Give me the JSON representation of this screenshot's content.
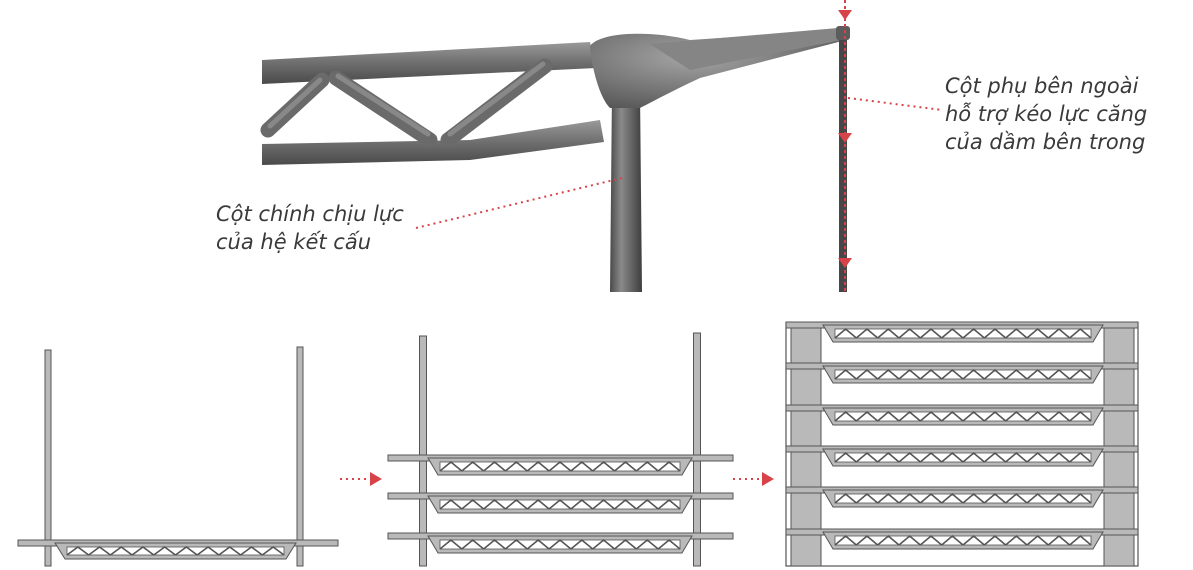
{
  "labels": {
    "main_column": {
      "line1": "Cột chính chịu lực",
      "line2": "của hệ kết cấu"
    },
    "aux_column": {
      "line1": "Cột phụ bên ngoài",
      "line2": "hỗ trợ kéo lực căng",
      "line3": "của dầm bên trong"
    }
  },
  "stages": [
    {
      "floors": 1
    },
    {
      "floors": 3
    },
    {
      "floors": 6
    }
  ],
  "colors": {
    "accent": "#d8434a",
    "steel_dark": "#5f5f5f",
    "steel": "#7a7a7a",
    "steel_light": "#a8a8a8",
    "structure_fill": "#b9b9b9",
    "structure_edge": "#555555",
    "text": "#3a3a3a"
  }
}
